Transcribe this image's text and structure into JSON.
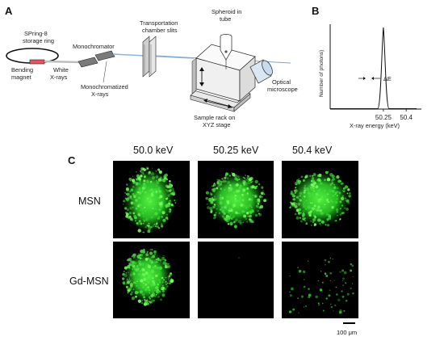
{
  "panel_a": {
    "letter": "A",
    "ring_label": [
      "SPring-8",
      "storage ring"
    ],
    "bending_magnet": [
      "Bending",
      "magnet"
    ],
    "white_xrays": [
      "White",
      "X-rays"
    ],
    "monochromator": "Monochromator",
    "mono_xrays": [
      "Monochromatized",
      "X-rays"
    ],
    "transport_slits": [
      "Transportation",
      "chamber slits"
    ],
    "spheroid": [
      "Spheroid in",
      "tube"
    ],
    "optical": [
      "Optical",
      "microscope"
    ],
    "sample_rack": [
      "Sample rack on",
      "XYZ stage"
    ]
  },
  "panel_b": {
    "letter": "B",
    "ylabel": "Number of photons)",
    "xlabel": "X-ray energy (keV)",
    "tick_labels": [
      "50.25",
      "50.4"
    ],
    "delta_label": "ΔE",
    "chart_data": {
      "type": "line",
      "xlabel": "X-ray energy (keV)",
      "ylabel": "Number of photons)",
      "xlim": [
        49.9,
        50.5
      ],
      "ticks": [
        50.25,
        50.4
      ],
      "peak_center": 50.25,
      "peak_height": 1.0
    }
  },
  "panel_c": {
    "letter": "C",
    "columns": [
      "50.0 keV",
      "50.25 keV",
      "50.4 keV"
    ],
    "rows": [
      "MSN",
      "Gd-MSN"
    ],
    "cells": [
      [
        {
          "signal": "full"
        },
        {
          "signal": "full"
        },
        {
          "signal": "full"
        }
      ],
      [
        {
          "signal": "full"
        },
        {
          "signal": "none"
        },
        {
          "signal": "sparse"
        }
      ]
    ],
    "scale_bar": "100 μm",
    "colors": {
      "fluorescence": "#3fe03a",
      "background": "#000000"
    }
  }
}
